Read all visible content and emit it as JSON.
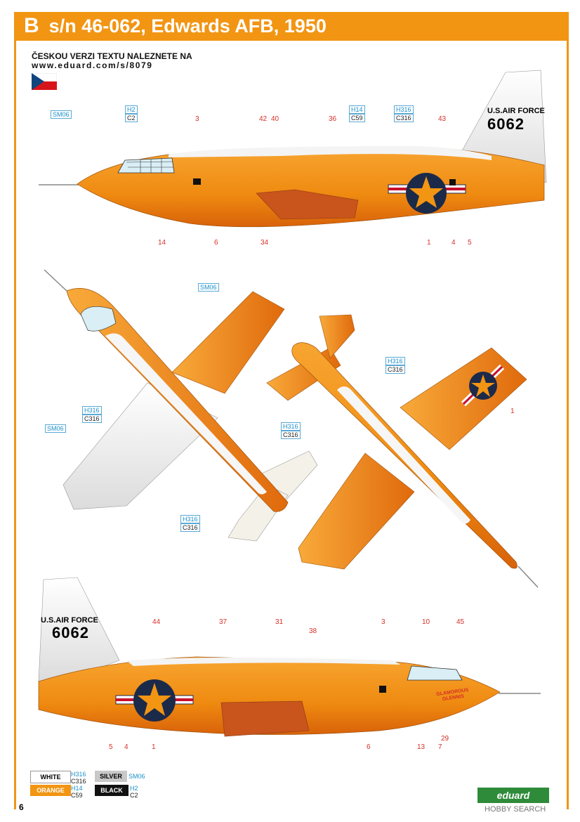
{
  "header": {
    "letter": "B",
    "title": "s/n 46-062, Edwards AFB, 1950"
  },
  "czech": {
    "line1": "ČESKOU VERZI TEXTU NALEZNETE NA",
    "line2": "www.eduard.com/s/8079"
  },
  "side_view_top": {
    "codes": [
      {
        "a": "SM06"
      },
      {
        "a": "H2",
        "b": "C2"
      },
      {
        "a": "H14",
        "b": "C59"
      },
      {
        "a": "H316",
        "b": "C316"
      }
    ],
    "numbers": [
      "3",
      "42",
      "40",
      "36",
      "43",
      "14",
      "6",
      "34",
      "1",
      "4",
      "5"
    ],
    "tail_text": "U.S.AIR FORCE",
    "tail_number": "6062"
  },
  "plan_views": {
    "codes": [
      {
        "a": "SM06"
      },
      {
        "a": "H316",
        "b": "C316"
      },
      {
        "a": "SM06"
      },
      {
        "a": "H316",
        "b": "C316"
      },
      {
        "a": "H316",
        "b": "C316"
      },
      {
        "a": "H316",
        "b": "C316"
      }
    ],
    "numbers": [
      "1"
    ]
  },
  "side_view_bottom": {
    "tail_text": "U.S.AIR FORCE",
    "tail_number": "6062",
    "numbers": [
      "44",
      "37",
      "31",
      "38",
      "3",
      "10",
      "45",
      "5",
      "4",
      "1",
      "6",
      "13",
      "7",
      "29"
    ],
    "nose_art": "GLAMOROUS GLENNIS"
  },
  "legend": [
    {
      "name": "WHITE",
      "a": "H316",
      "b": "C316",
      "color": "#ffffff",
      "text_color": "#000000"
    },
    {
      "name": "SILVER",
      "a": "SM06",
      "b": "",
      "color": "#c8c8c8",
      "text_color": "#000000"
    },
    {
      "name": "ORANGE",
      "a": "H14",
      "b": "C59",
      "color": "#f29513",
      "text_color": "#ffffff"
    },
    {
      "name": "BLACK",
      "a": "H2",
      "b": "C2",
      "color": "#111111",
      "text_color": "#ffffff"
    }
  ],
  "page_number": "6",
  "brand": "eduard",
  "watermark": "HOBBY SEARCH",
  "colors": {
    "orange": "#f29513",
    "white": "#ffffff",
    "silver": "#c8c8c8",
    "black": "#111111",
    "red": "#d62f27",
    "blue": "#1a8fc9"
  }
}
